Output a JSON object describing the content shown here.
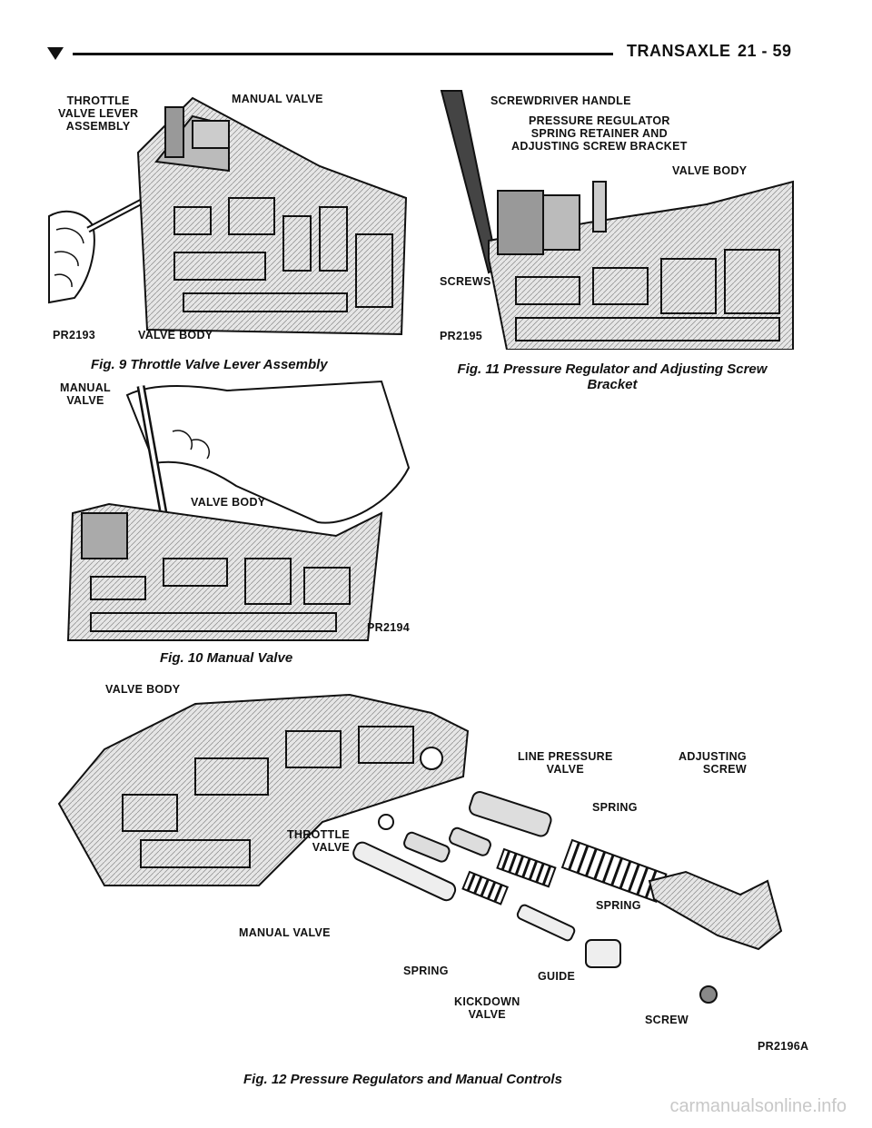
{
  "header": {
    "section": "TRANSAXLE",
    "page": "21 - 59"
  },
  "fig9": {
    "caption": "Fig. 9 Throttle Valve Lever Assembly",
    "code": "PR2193",
    "labels": {
      "lever": "THROTTLE\nVALVE LEVER\nASSEMBLY",
      "manual_valve": "MANUAL VALVE",
      "valve_body": "VALVE BODY"
    }
  },
  "fig10": {
    "caption": "Fig. 10 Manual Valve",
    "code": "PR2194",
    "labels": {
      "manual_valve": "MANUAL\nVALVE",
      "valve_body": "VALVE BODY"
    }
  },
  "fig11": {
    "caption": "Fig. 11 Pressure Regulator and Adjusting Screw\nBracket",
    "code": "PR2195",
    "labels": {
      "handle": "SCREWDRIVER HANDLE",
      "bracket": "PRESSURE REGULATOR\nSPRING RETAINER AND\nADJUSTING SCREW BRACKET",
      "valve_body": "VALVE BODY",
      "screws": "SCREWS"
    }
  },
  "fig12": {
    "caption": "Fig. 12 Pressure Regulators and Manual Controls",
    "code": "PR2196A",
    "labels": {
      "valve_body": "VALVE BODY",
      "line_pressure": "LINE PRESSURE\nVALVE",
      "adjusting_screw": "ADJUSTING\nSCREW",
      "spring_top": "SPRING",
      "throttle_valve": "THROTTLE\nVALVE",
      "spring_mid": "SPRING",
      "manual_valve": "MANUAL VALVE",
      "spring_low": "SPRING",
      "guide": "GUIDE",
      "kickdown": "KICKDOWN\nVALVE",
      "screw": "SCREW"
    }
  },
  "watermark": "carmanualsonline.info"
}
